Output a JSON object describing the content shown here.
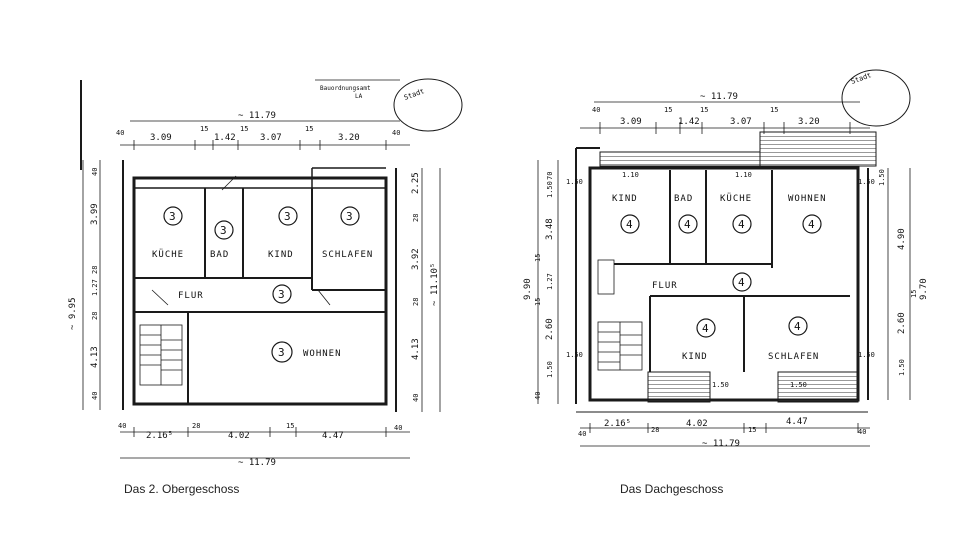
{
  "left_plan": {
    "caption": "Das 2. Obergeschoss",
    "stamp_lines": [
      "Bauordnungsamt",
      "LA"
    ],
    "stamp_circle": "Stadt",
    "rooms": [
      {
        "key": "kueche",
        "label": "KÜCHE",
        "num": "3"
      },
      {
        "key": "bad",
        "label": "BAD",
        "num": "3"
      },
      {
        "key": "kind",
        "label": "KIND",
        "num": "3"
      },
      {
        "key": "schlafen",
        "label": "SCHLAFEN",
        "num": "3"
      },
      {
        "key": "flur",
        "label": "FLUR",
        "num": "3"
      },
      {
        "key": "wohnen",
        "label": "WOHNEN",
        "num": "3"
      }
    ],
    "dims_top": {
      "total": "~ 11.79",
      "segments": [
        "40",
        "3.09",
        "15",
        "1.42",
        "15",
        "3.07",
        "15",
        "3.20",
        "40"
      ]
    },
    "dims_bottom": {
      "total": "~ 11.79",
      "segments": [
        "40",
        "2.16⁵",
        "28",
        "4.02",
        "15",
        "4.47",
        "40"
      ]
    },
    "dims_left": {
      "total": "~ 9.95",
      "segments": [
        "40",
        "3.99",
        "28",
        "1.27",
        "28",
        "4.13",
        "40"
      ]
    },
    "dims_right": {
      "total": "~ 11.10⁵",
      "segments": [
        "2.25",
        "28",
        "3.92",
        "28",
        "4.13",
        "40"
      ]
    }
  },
  "right_plan": {
    "caption": "Das Dachgeschoss",
    "stamp_circle": "Stadt",
    "rooms": [
      {
        "key": "kind1",
        "label": "KIND",
        "num": "4"
      },
      {
        "key": "bad",
        "label": "BAD",
        "num": "4"
      },
      {
        "key": "kueche",
        "label": "KÜCHE",
        "num": "4"
      },
      {
        "key": "wohnen",
        "label": "WOHNEN",
        "num": "4"
      },
      {
        "key": "flur",
        "label": "FLUR",
        "num": "4"
      },
      {
        "key": "kind2",
        "label": "KIND",
        "num": "4"
      },
      {
        "key": "schlafen",
        "label": "SCHLAFEN",
        "num": "4"
      }
    ],
    "dims_top": {
      "total": "~ 11.79",
      "segments": [
        "40",
        "15",
        "15",
        "15",
        "3.09",
        "1.42",
        "3.07",
        "3.20"
      ]
    },
    "dims_bottom": {
      "total": "~ 11.79",
      "segments": [
        "40",
        "2.16⁵",
        "28",
        "4.02",
        "15",
        "4.47",
        "40"
      ]
    },
    "dims_left": {
      "total": "9.90",
      "segments": [
        "70",
        "1.50",
        "3.48",
        "15",
        "1.27",
        "15",
        "2.60",
        "1.50",
        "40"
      ]
    },
    "dims_right": {
      "total": "9.70",
      "segments": [
        "1.50",
        "4.90",
        "15",
        "2.60",
        "1.50"
      ]
    },
    "window_labels": [
      "1.10",
      "1.10",
      "1.50",
      "1.50",
      "1.50",
      "1.50",
      "1.50",
      "1.50"
    ]
  },
  "colors": {
    "ink": "#1a1a1a",
    "paper": "#ffffff",
    "hatch": "#333333"
  }
}
